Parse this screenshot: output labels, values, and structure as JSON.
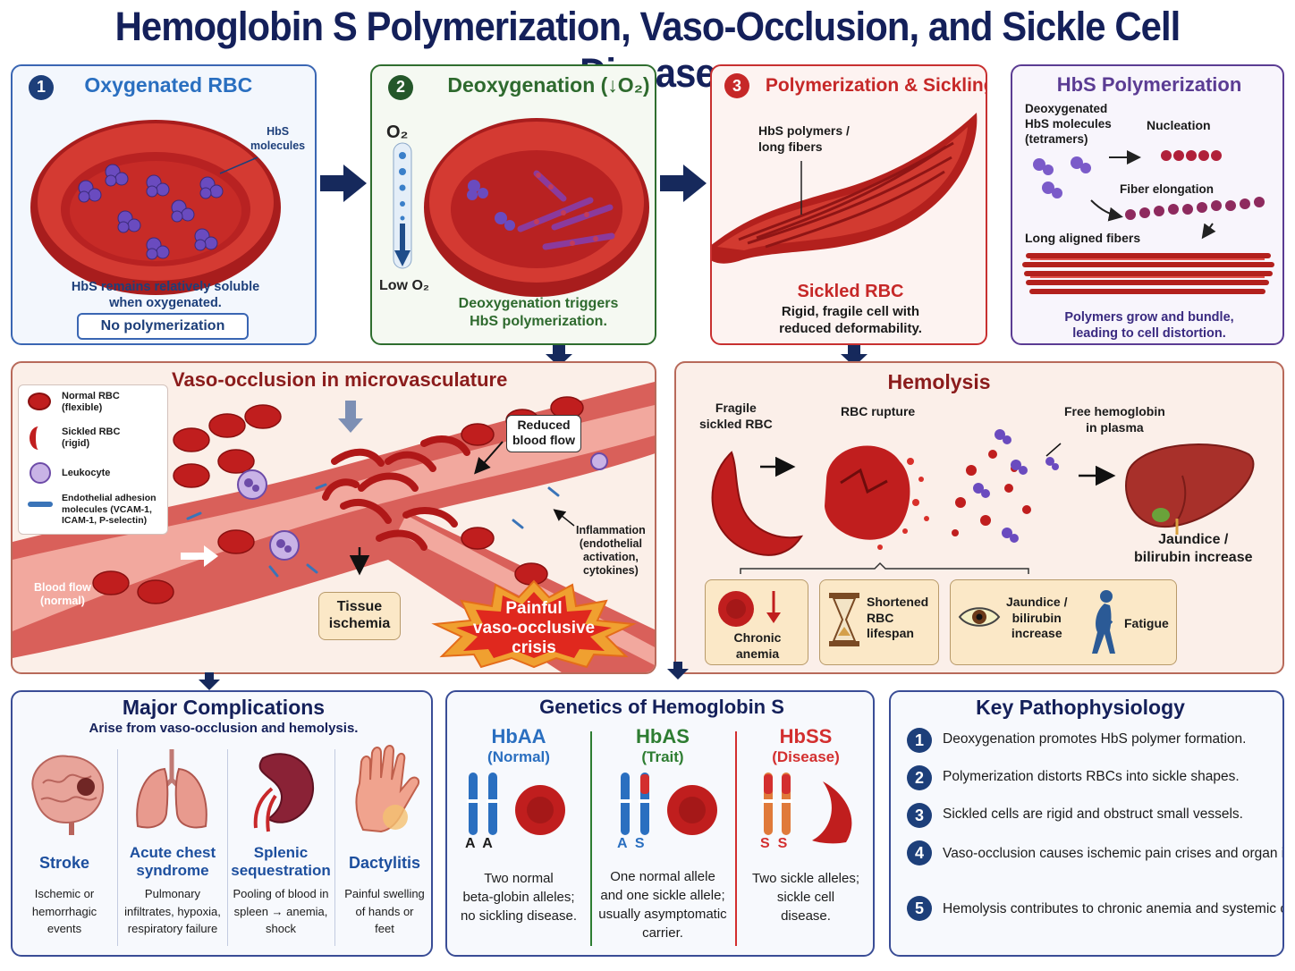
{
  "title": "Hemoglobin S Polymerization, Vaso-Occlusion, and Sickle Cell Disease",
  "panel1": {
    "num": "1",
    "title": "Oxygenated RBC",
    "hbs_label": "HbS\nmolecules",
    "caption": "HbS remains relatively soluble\nwhen oxygenated.",
    "badge": "No polymerization"
  },
  "panel2": {
    "num": "2",
    "title": "Deoxygenation (↓O₂)",
    "o2_top": "O₂",
    "o2_bottom": "Low O₂",
    "caption": "Deoxygenation triggers\nHbS polymerization."
  },
  "panel3": {
    "num": "3",
    "title": "Polymerization & Sickling",
    "fiber_label": "HbS polymers /\nlong fibers",
    "sub": "Sickled RBC",
    "caption": "Rigid, fragile cell with\nreduced deformability."
  },
  "panel4": {
    "title": "HbS Polymerization",
    "deoxy": "Deoxygenated\nHbS molecules\n(tetramers)",
    "nucleation": "Nucleation",
    "elongation": "Fiber elongation",
    "aligned": "Long aligned fibers",
    "caption": "Polymers grow and bundle,\nleading to cell distortion."
  },
  "vaso": {
    "title": "Vaso-occlusion in microvasculature",
    "legend": [
      {
        "label": "Normal RBC\n(flexible)",
        "icon": "normal-rbc-icon"
      },
      {
        "label": "Sickled RBC\n(rigid)",
        "icon": "sickle-rbc-icon"
      },
      {
        "label": "Leukocyte",
        "icon": "leukocyte-icon"
      },
      {
        "label": "Endothelial adhesion\nmolecules (VCAM-1,\nICAM-1, P-selectin)",
        "icon": "adhesion-molecule-icon"
      }
    ],
    "reduced_flow": "Reduced\nblood flow",
    "inflammation": "Inflammation\n(endothelial\nactivation,\ncytokines)",
    "blood_flow": "Blood flow\n(normal)",
    "ischemia": "Tissue\nischemia",
    "crisis": "Painful\nvaso-occlusive\ncrisis"
  },
  "hemolysis": {
    "title": "Hemolysis",
    "fragile": "Fragile\nsickled RBC",
    "rupture": "RBC rupture",
    "free_hb": "Free hemoglobin\nin plasma",
    "jaundice": "Jaundice /\nbilirubin increase",
    "effects": [
      {
        "label": "Chronic\nanemia",
        "icon": "rbc-down-icon"
      },
      {
        "label": "Shortened\nRBC\nlifespan",
        "icon": "hourglass-icon"
      },
      {
        "label": "Jaundice /\nbilirubin\nincrease",
        "icon": "eye-icon"
      },
      {
        "label": "Fatigue",
        "icon": "fatigue-person-icon"
      }
    ]
  },
  "complications": {
    "title": "Major Complications",
    "subtitle": "Arise from vaso-occlusion and hemolysis.",
    "items": [
      {
        "name": "Stroke",
        "desc": "Ischemic or\nhemorrhagic\nevents",
        "icon": "brain-icon"
      },
      {
        "name": "Acute chest\nsyndrome",
        "desc": "Pulmonary\ninfiltrates, hypoxia,\nrespiratory failure",
        "icon": "lungs-icon"
      },
      {
        "name": "Splenic\nsequestration",
        "desc": "Pooling of blood in\nspleen → anemia,\nshock",
        "icon": "spleen-icon"
      },
      {
        "name": "Dactylitis",
        "desc": "Painful swelling\nof hands or\nfeet",
        "icon": "hand-icon"
      }
    ]
  },
  "genetics": {
    "title": "Genetics of Hemoglobin S",
    "items": [
      {
        "name": "HbAA",
        "type": "(Normal)",
        "alleles": "A  A",
        "desc": "Two normal\nbeta-globin alleles;\nno sickling disease.",
        "color": "#2a6fc0"
      },
      {
        "name": "HbAS",
        "type": "(Trait)",
        "alleles": "A  S",
        "desc": "One normal allele\nand one sickle allele;\nusually asymptomatic\ncarrier.",
        "color": "#2e7d32"
      },
      {
        "name": "HbSS",
        "type": "(Disease)",
        "alleles": "S  S",
        "desc": "Two sickle alleles;\nsickle cell\ndisease.",
        "color": "#d32f2f"
      }
    ]
  },
  "key": {
    "title": "Key Pathophysiology",
    "items": [
      {
        "num": "1",
        "text": "Deoxygenation promotes HbS polymer formation."
      },
      {
        "num": "2",
        "text": "Polymerization distorts RBCs into sickle shapes."
      },
      {
        "num": "3",
        "text": "Sickled cells are rigid and obstruct small vessels."
      },
      {
        "num": "4",
        "text": "Vaso-occlusion causes ischemic pain crises\nand organ injury."
      },
      {
        "num": "5",
        "text": "Hemolysis contributes to chronic anemia\nand systemic complications."
      }
    ]
  },
  "colors": {
    "navy": "#14205a",
    "blue": "#2a6fc0",
    "green": "#2e7d32",
    "red": "#d32f2f",
    "purple": "#5b3c93",
    "rbc": "#c62828"
  }
}
